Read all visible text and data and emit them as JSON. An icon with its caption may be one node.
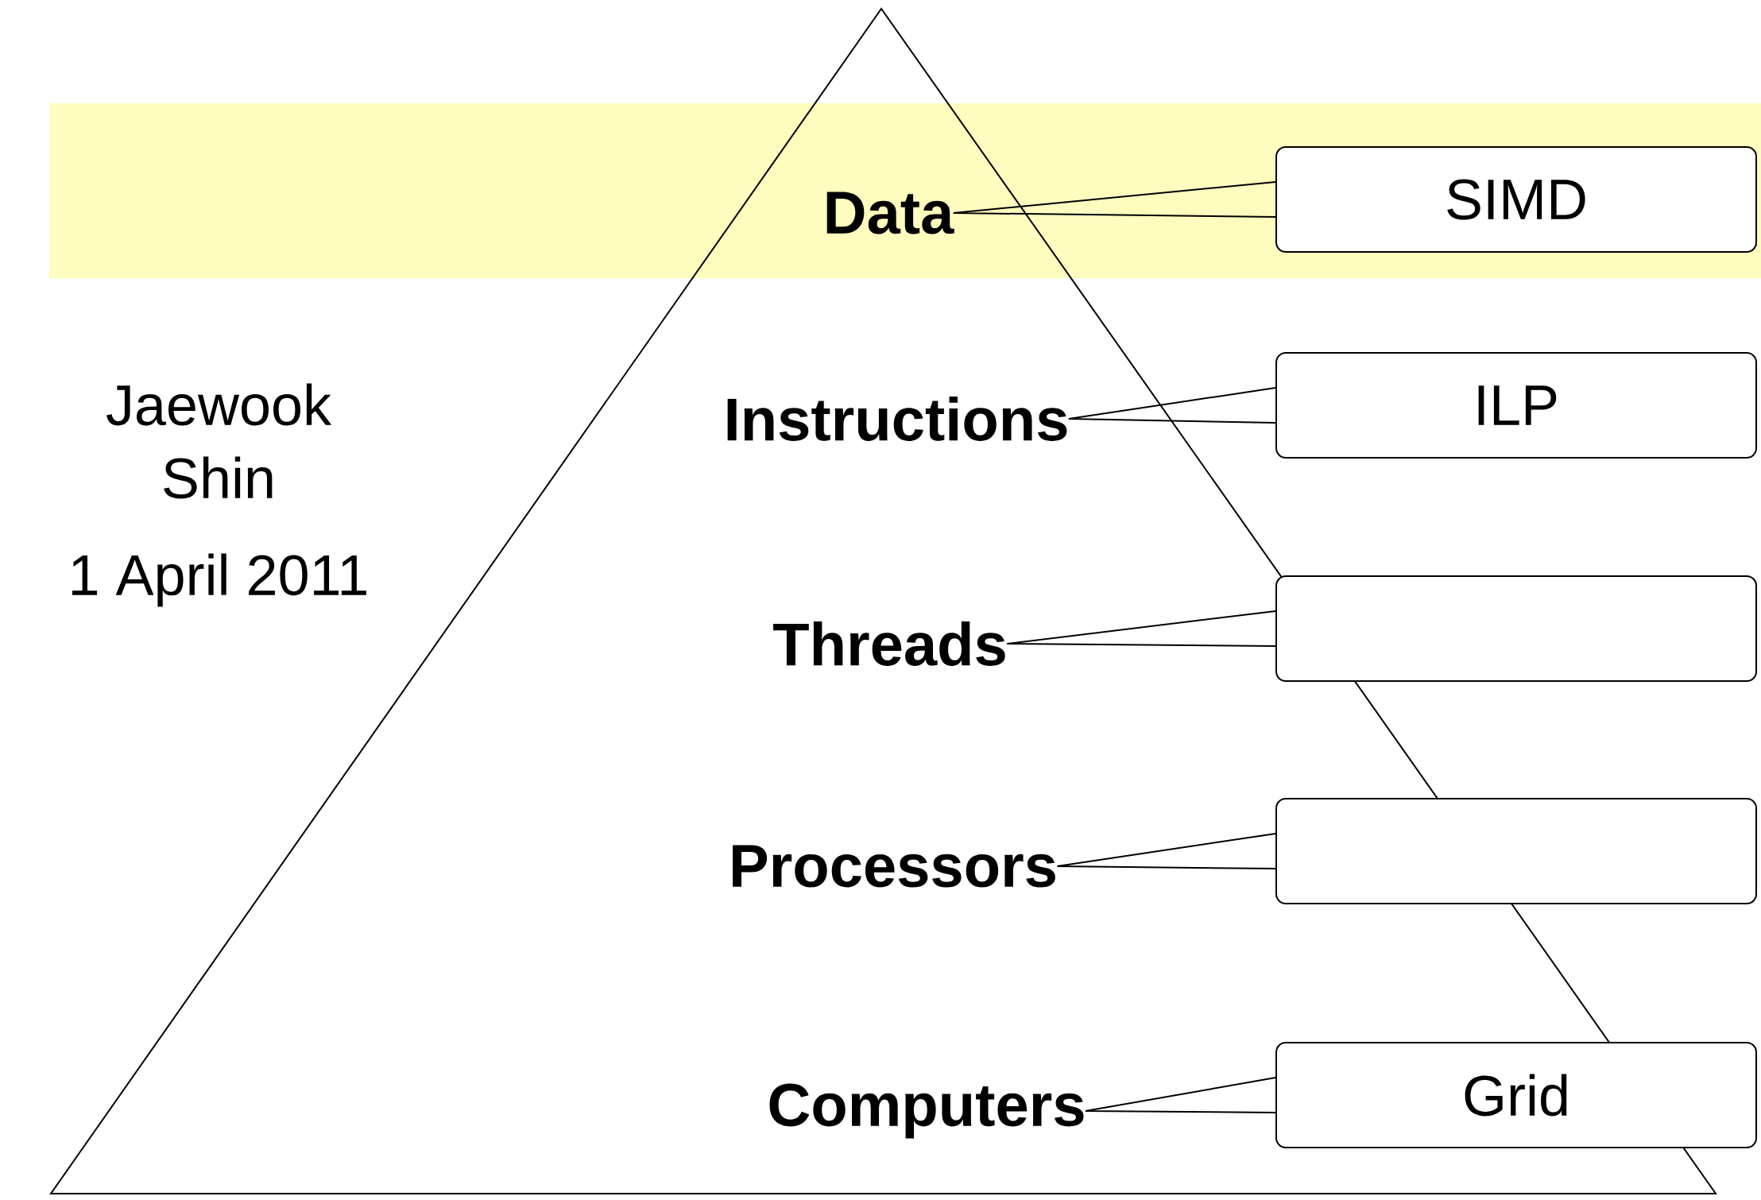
{
  "diagram": {
    "nodes": [
      {
        "text": [],
        "shape": "triangle"
      },
      {
        "text": [
          "Data"
        ],
        "in": 0
      },
      {
        "text": [
          "Instructions"
        ],
        "in": 0
      },
      {
        "text": [
          "Threads"
        ],
        "in": 0
      },
      {
        "text": [
          "Processors"
        ],
        "in": 0
      },
      {
        "text": [
          "Computers"
        ],
        "in": 0
      },
      {
        "text": [
          "SIMD"
        ]
      },
      {
        "text": [
          "ILP"
        ]
      },
      {
        "text": [],
        "shape": "box"
      },
      {
        "text": [],
        "shape": "box"
      },
      {
        "text": [
          "Grid"
        ]
      }
    ],
    "edges": [
      {
        "from": 6,
        "to": 1,
        "arrow": "none"
      },
      {
        "from": 7,
        "to": 2,
        "arrow": "none"
      },
      {
        "from": 8,
        "to": 3,
        "arrow": "none"
      },
      {
        "from": 9,
        "to": 4,
        "arrow": "none"
      },
      {
        "from": 10,
        "to": 5,
        "arrow": "none"
      }
    ],
    "labels": [
      "Jaewook Shin",
      "1 April 2011"
    ]
  }
}
